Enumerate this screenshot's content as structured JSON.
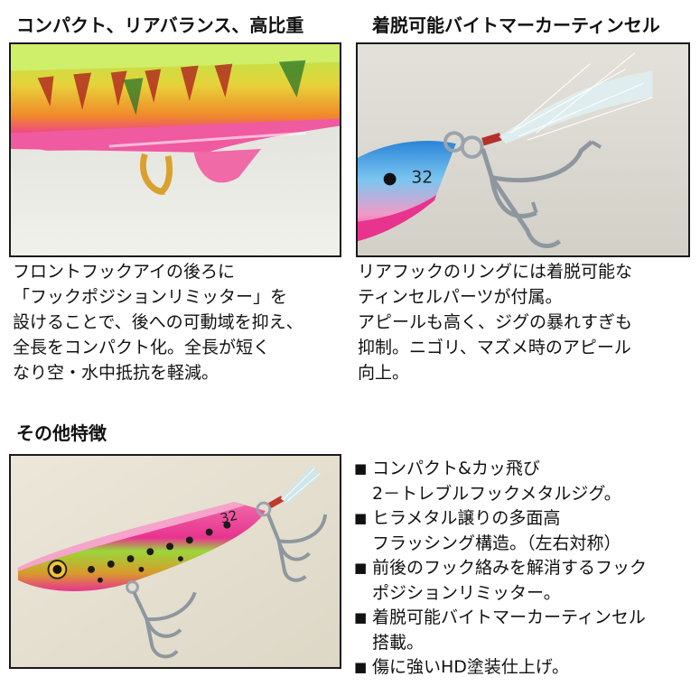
{
  "top_left": {
    "heading": "コンパクト、リアバランス、高比重",
    "lines": [
      "フロントフックアイの後ろに",
      "「フックポジションリミッター」を",
      "設けることで、後への可動域を抑え、",
      "全長をコンパクト化。全長が短く",
      "なり空・水中抵抗を軽減。"
    ]
  },
  "top_right": {
    "heading": "着脱可能バイトマーカーティンセル",
    "lure_number": "32",
    "lines": [
      "リアフックのリングには着脱可能な",
      "ティンセルパーツが付属。",
      "アピールも高く、ジグの暴れすぎも",
      "抑制。ニゴリ、マズメ時のアピール",
      "向上。"
    ]
  },
  "other_features": {
    "heading": "その他特徴",
    "lure_number": "32",
    "items": [
      {
        "lines": [
          "コンパクト&カッ飛び",
          "2－トレブルフックメタルジグ。"
        ]
      },
      {
        "lines": [
          "ヒラメタル譲りの多面高",
          "フラッシング構造。（左右対称）"
        ]
      },
      {
        "lines": [
          "前後のフック絡みを解消するフック",
          "ポジションリミッター。"
        ]
      },
      {
        "lines": [
          "着脱可能バイトマーカーティンセル",
          "搭載。"
        ]
      },
      {
        "lines": [
          "傷に強いHD塗装仕上げ。"
        ]
      }
    ]
  },
  "colors": {
    "lure_pink": "#e8338f",
    "lure_green": "#9ad63a",
    "lure_blue": "#3f9ee0",
    "lure_gold": "#d99a2b",
    "border": "#1a1a1a"
  }
}
